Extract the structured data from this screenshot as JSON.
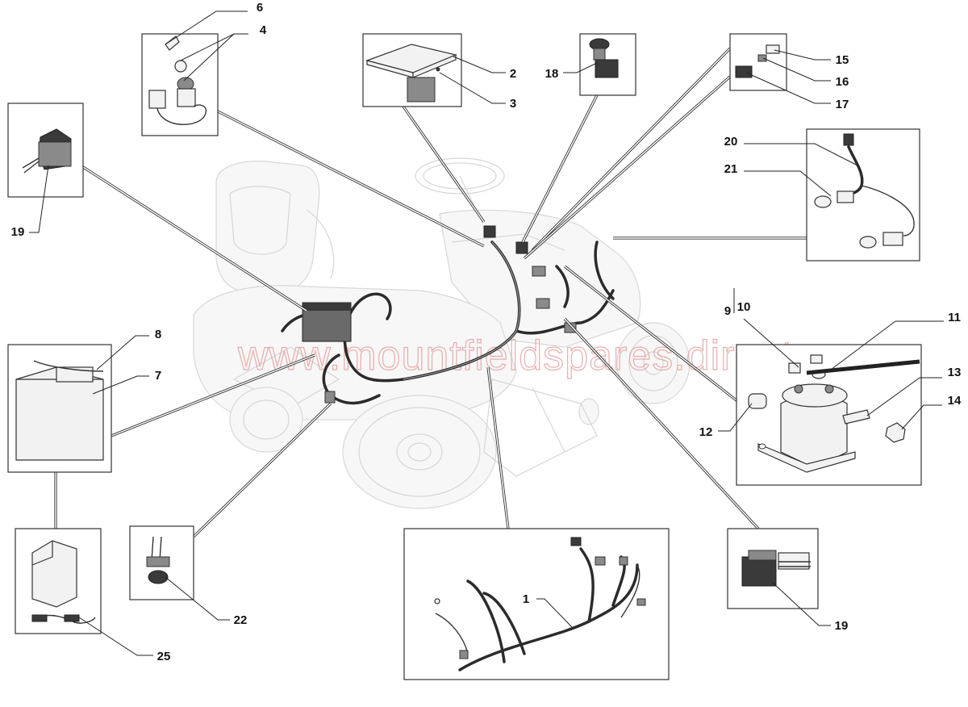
{
  "watermark": "www.mountfieldspares.direct",
  "callouts": {
    "c1": "1",
    "c2": "2",
    "c3": "3",
    "c4": "4",
    "c6": "6",
    "c7": "7",
    "c8": "8",
    "c9": "9",
    "c10": "10",
    "c11": "11",
    "c12": "12",
    "c13": "13",
    "c14": "14",
    "c15": "15",
    "c16": "16",
    "c17": "17",
    "c18": "18",
    "c19a": "19",
    "c19b": "19",
    "c20": "20",
    "c21": "21",
    "c22": "22",
    "c25": "25"
  },
  "colors": {
    "line": "#222222",
    "watermark": "#e6a0a0",
    "ghost": "#d6d6d6"
  },
  "icons": [
    "tractor-outline",
    "wiring-harness",
    "battery",
    "charger",
    "relay-switch",
    "solenoid",
    "ignition-key",
    "bulb",
    "connector",
    "thermo-switch",
    "circuit-board",
    "push-switch"
  ]
}
